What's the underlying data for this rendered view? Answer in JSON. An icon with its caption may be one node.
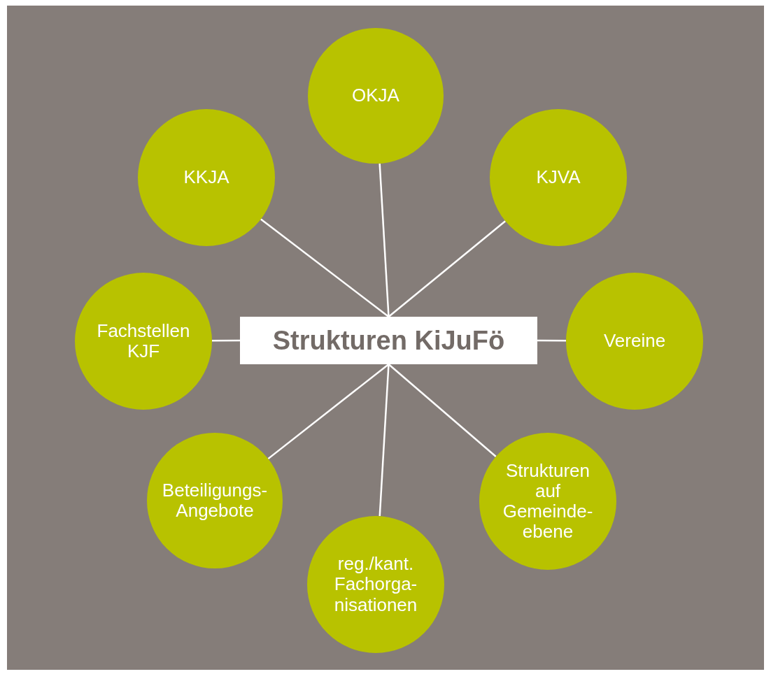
{
  "diagram": {
    "nodes": [
      {
        "text": [
          "Strukturen KiJuFö"
        ]
      },
      {
        "text": [
          "OKJA"
        ]
      },
      {
        "text": [
          "KKJA"
        ]
      },
      {
        "text": [
          "KJVA"
        ]
      },
      {
        "text": [
          "Fachstellen KJF"
        ]
      },
      {
        "text": [
          "Vereine"
        ]
      },
      {
        "text": [
          "Beteiligungs-Angebote"
        ]
      },
      {
        "text": [
          "Strukturen auf Gemeinde-ebene"
        ]
      },
      {
        "text": [
          "reg./kant. Fachorga-nisationen"
        ]
      }
    ],
    "edges": [
      {
        "from": 0,
        "to": 1,
        "arrow": "none"
      },
      {
        "from": 0,
        "to": 2,
        "arrow": "none"
      },
      {
        "from": 0,
        "to": 3,
        "arrow": "none"
      },
      {
        "from": 0,
        "to": 4,
        "arrow": "none"
      },
      {
        "from": 0,
        "to": 5,
        "arrow": "none"
      },
      {
        "from": 0,
        "to": 6,
        "arrow": "none"
      },
      {
        "from": 0,
        "to": 7,
        "arrow": "none"
      },
      {
        "from": 0,
        "to": 8,
        "arrow": "none"
      }
    ]
  }
}
